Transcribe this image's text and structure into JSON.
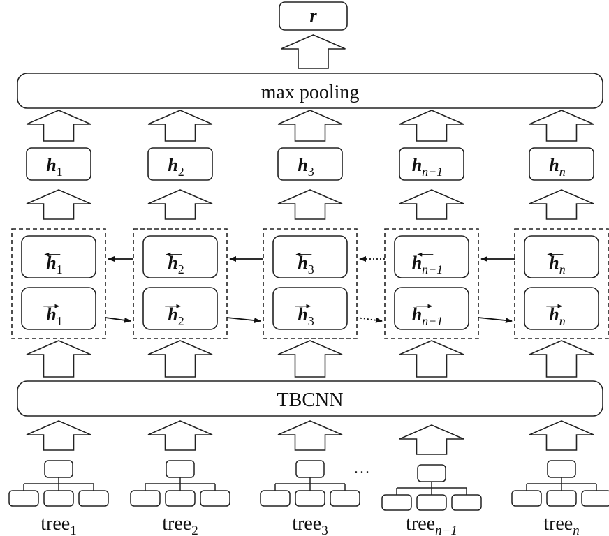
{
  "output": {
    "label": "r"
  },
  "pooling": {
    "label": "max pooling"
  },
  "encoder": {
    "label": "TBCNN"
  },
  "columns": [
    {
      "h_base": "h",
      "h_sub": "1",
      "h_sub_italic": false,
      "tree_base": "tree",
      "tree_sub": "1",
      "tree_sub_italic": false
    },
    {
      "h_base": "h",
      "h_sub": "2",
      "h_sub_italic": false,
      "tree_base": "tree",
      "tree_sub": "2",
      "tree_sub_italic": false
    },
    {
      "h_base": "h",
      "h_sub": "3",
      "h_sub_italic": false,
      "tree_base": "tree",
      "tree_sub": "3",
      "tree_sub_italic": false
    },
    {
      "h_base": "h",
      "h_sub": "n−1",
      "h_sub_italic": true,
      "tree_base": "tree",
      "tree_sub": "n−1",
      "tree_sub_italic": true
    },
    {
      "h_base": "h",
      "h_sub": "n",
      "h_sub_italic": true,
      "tree_base": "tree",
      "tree_sub": "n",
      "tree_sub_italic": true
    }
  ],
  "ellipsis": "…"
}
